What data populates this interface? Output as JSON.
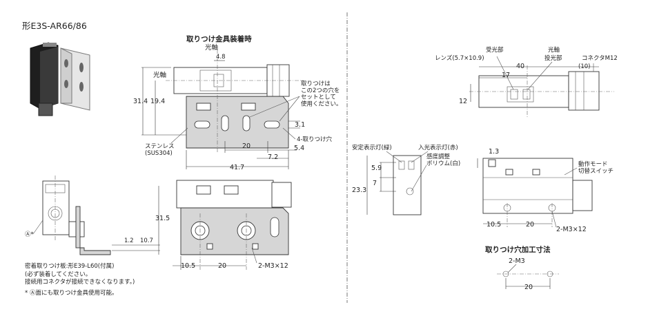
{
  "title": "形E3S-AR66/86",
  "left_section": {
    "top_heading": "取りつけ金具装着時",
    "labels": {
      "optical_axis_top": "光軸",
      "optical_axis_side": "光軸",
      "dim_4_8": "4.8",
      "dim_31_4": "31.4",
      "dim_19_4": "19.4",
      "mount_note": "取りつけは\nこの2つの穴を\nセットとして\n使用ください。",
      "dim_3_1": "3.1",
      "holes_4": "4-取りつけ穴",
      "stainless": "ステンレス\n(SUS304)",
      "dim_20": "20",
      "dim_5_4": "5.4",
      "dim_7_2": "7.2",
      "dim_41_7": "41.7",
      "dim_31_5": "31.5",
      "dim_1_2": "1.2",
      "dim_10_7": "10.7",
      "dim_10_5": "10.5",
      "dim_20b": "20",
      "screw": "2-M3×12",
      "a_mark": "Ⓐ*",
      "plate_note": "密着取りつけ板:形E39-L60(付属)",
      "plate_sub": "(必ず装着してください。\n 接続用コネクタが接続できなくなります。)",
      "a_note": "* Ⓐ面にも取りつけ金具使用可能。"
    }
  },
  "right_section": {
    "labels": {
      "lens_receiver": "受光部",
      "lens": "レンズ(5.7×10.9)",
      "optical_axis": "光軸",
      "emitter": "投光部",
      "connector": "コネクタM12",
      "dim_40": "40",
      "dim_10": "(10)",
      "dim_17": "17",
      "dim_12": "12",
      "stable_ind": "安定表示灯(緑)",
      "light_ind": "入光表示灯(赤)",
      "sens": "感度調整\nボリウム(白)",
      "dim_1_3": "1.3",
      "dim_5_9": "5.9",
      "dim_7": "7",
      "dim_23_3": "23.3",
      "mode_switch": "動作モード\n切替スイッチ",
      "dim_10_5": "10.5",
      "dim_20": "20",
      "screw": "2-M3×12",
      "hole_heading": "取りつけ穴加工寸法",
      "hole_m3": "2-M3",
      "hole_20": "20"
    }
  }
}
